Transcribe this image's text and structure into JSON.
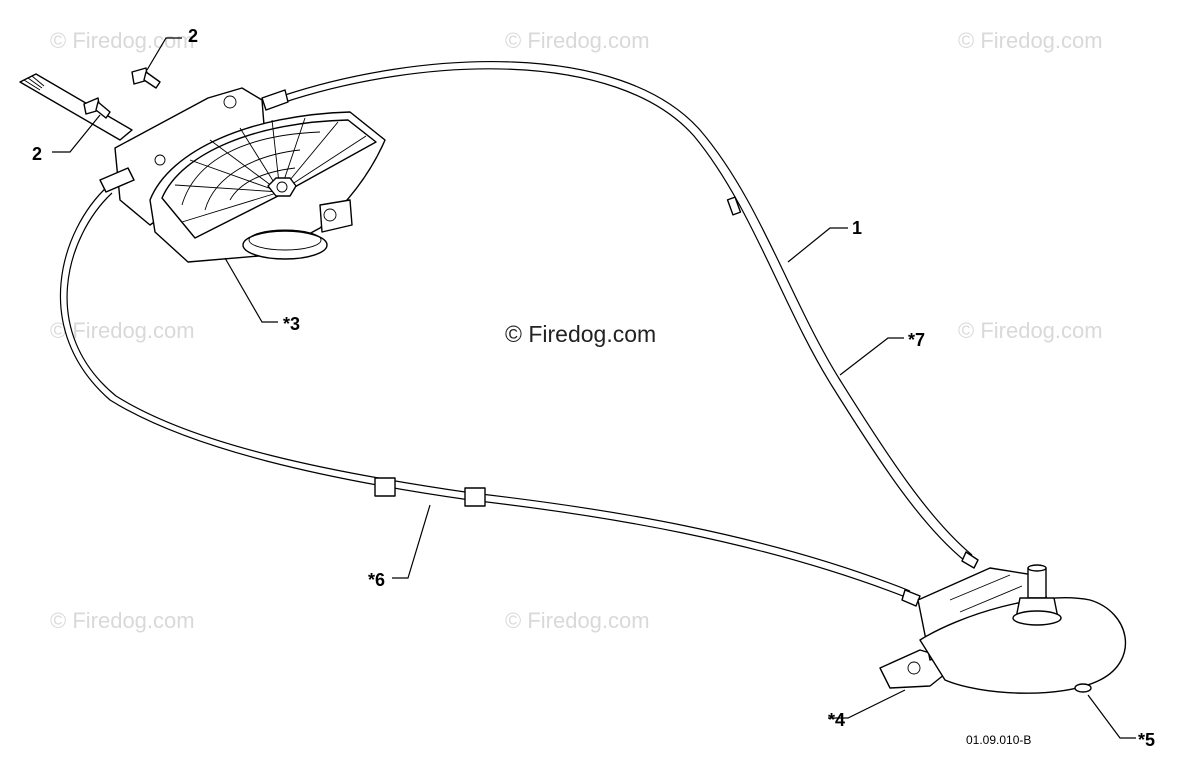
{
  "watermark": {
    "text": "© Firedog.com",
    "center_text": "© Firedog.com"
  },
  "callouts": {
    "c1": "1",
    "c2a": "2",
    "c2b": "2",
    "c3": "*3",
    "c4": "*4",
    "c5": "*5",
    "c6": "*6",
    "c7": "*7"
  },
  "drawing_number": "01.09.010-B"
}
